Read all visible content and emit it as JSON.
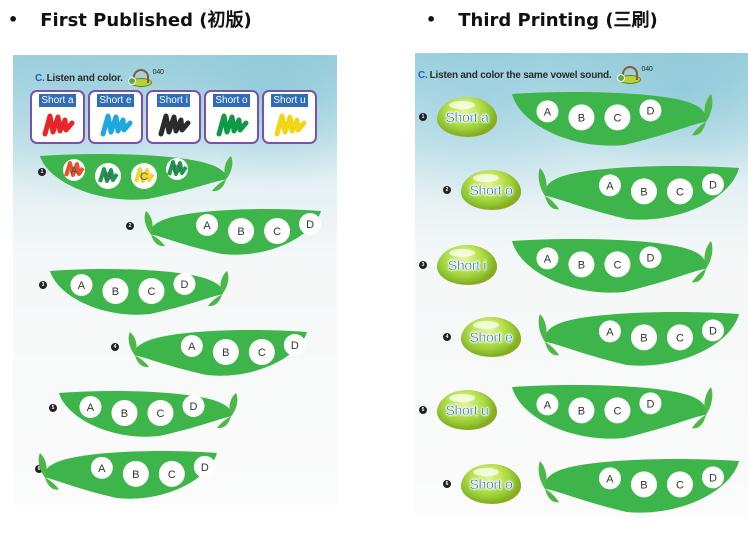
{
  "headings": {
    "bullet": "•",
    "left": "First Published (初版)",
    "right": "Third Printing (三刷)"
  },
  "colors": {
    "pod_green": "#3db54a",
    "leaf_green": "#4cb848",
    "label_blue": "#2f6db8",
    "card_border": "#7a52a8",
    "instruction_letter": "#1f5fb0",
    "bubble_text": "#1f62c8"
  },
  "first_published": {
    "instruction_letter": "C.",
    "instruction_text": "Listen and color.",
    "track_number": "040",
    "legend": [
      {
        "label": "Short a",
        "color": "#e8262a"
      },
      {
        "label": "Short e",
        "color": "#1fa7e0"
      },
      {
        "label": "Short i",
        "color": "#2b2b2b"
      },
      {
        "label": "Short o",
        "color": "#0f9a48"
      },
      {
        "label": "Short u",
        "color": "#f2d516"
      }
    ],
    "pods": [
      {
        "number": "1",
        "peas": [
          "A",
          "B",
          "C",
          "D"
        ],
        "example_colors": [
          "#e8512a",
          "#1a9a50",
          "#f0d632",
          "#1a9a50"
        ]
      },
      {
        "number": "2",
        "peas": [
          "A",
          "B",
          "C",
          "D"
        ]
      },
      {
        "number": "3",
        "peas": [
          "A",
          "B",
          "C",
          "D"
        ]
      },
      {
        "number": "4",
        "peas": [
          "A",
          "B",
          "C",
          "D"
        ]
      },
      {
        "number": "5",
        "peas": [
          "A",
          "B",
          "C",
          "D"
        ]
      },
      {
        "number": "6",
        "peas": [
          "A",
          "B",
          "C",
          "D"
        ]
      }
    ]
  },
  "third_printing": {
    "instruction_letter": "C.",
    "instruction_text": "Listen and color the same vowel sound.",
    "track_number": "040",
    "rows": [
      {
        "number": "1",
        "sound": "Short a",
        "peas": [
          "A",
          "B",
          "C",
          "D"
        ]
      },
      {
        "number": "2",
        "sound": "Short o",
        "peas": [
          "A",
          "B",
          "C",
          "D"
        ]
      },
      {
        "number": "3",
        "sound": "Short i",
        "peas": [
          "A",
          "B",
          "C",
          "D"
        ]
      },
      {
        "number": "4",
        "sound": "Short e",
        "peas": [
          "A",
          "B",
          "C",
          "D"
        ]
      },
      {
        "number": "5",
        "sound": "Short u",
        "peas": [
          "A",
          "B",
          "C",
          "D"
        ]
      },
      {
        "number": "6",
        "sound": "Short o",
        "peas": [
          "A",
          "B",
          "C",
          "D"
        ]
      }
    ]
  }
}
